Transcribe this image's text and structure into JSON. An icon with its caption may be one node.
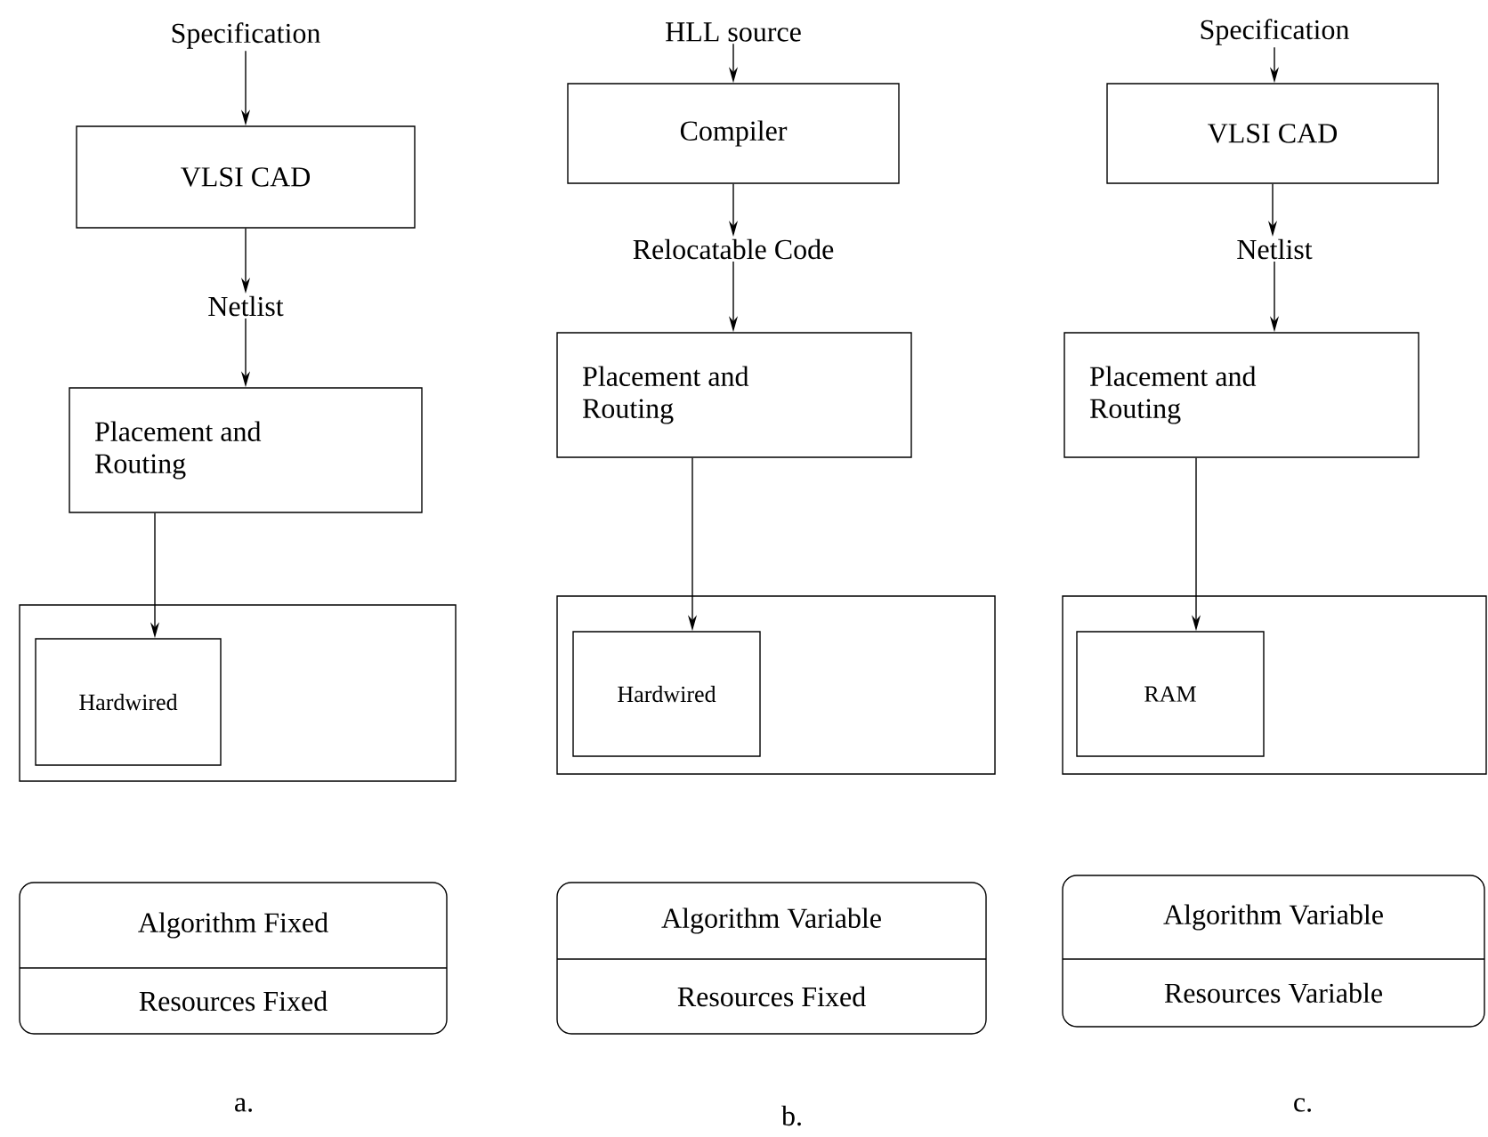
{
  "diagram": {
    "nodes": [
      {
        "text": [
          "Specification"
        ]
      },
      {
        "text": [
          "VLSI CAD"
        ]
      },
      {
        "text": [
          "Netlist"
        ]
      },
      {
        "text": [
          "Placement and Routing"
        ]
      },
      {
        "text": [],
        "shape": "box"
      },
      {
        "text": [
          "Hardwired"
        ],
        "in": 4
      },
      {
        "text": [
          "Algorithm Fixed",
          "Resources Fixed"
        ]
      },
      {
        "text": [
          "HLL source"
        ]
      },
      {
        "text": [
          "Compiler"
        ]
      },
      {
        "text": [
          "Relocatable Code"
        ]
      },
      {
        "text": [
          "Placement and Routing"
        ]
      },
      {
        "text": [],
        "shape": "box"
      },
      {
        "text": [
          "Hardwired"
        ],
        "in": 11
      },
      {
        "text": [
          "Algorithm Variable",
          "Resources Fixed"
        ]
      },
      {
        "text": [
          "Specification"
        ]
      },
      {
        "text": [
          "VLSI CAD"
        ]
      },
      {
        "text": [
          "Netlist"
        ]
      },
      {
        "text": [
          "Placement and Routing"
        ]
      },
      {
        "text": [],
        "shape": "box"
      },
      {
        "text": [
          "RAM"
        ],
        "in": 18
      },
      {
        "text": [
          "Algorithm Variable",
          "Resources Variable"
        ]
      }
    ],
    "edges": [
      {
        "from": 0,
        "to": 1,
        "arrow": "to"
      },
      {
        "from": 1,
        "to": 2,
        "arrow": "to"
      },
      {
        "from": 2,
        "to": 3,
        "arrow": "to"
      },
      {
        "from": 3,
        "to": 5,
        "arrow": "to"
      },
      {
        "from": 7,
        "to": 8,
        "arrow": "to"
      },
      {
        "from": 8,
        "to": 9,
        "arrow": "to"
      },
      {
        "from": 9,
        "to": 10,
        "arrow": "to"
      },
      {
        "from": 10,
        "to": 12,
        "arrow": "to"
      },
      {
        "from": 14,
        "to": 15,
        "arrow": "to"
      },
      {
        "from": 15,
        "to": 16,
        "arrow": "to"
      },
      {
        "from": 16,
        "to": 17,
        "arrow": "to"
      },
      {
        "from": 17,
        "to": 19,
        "arrow": "to"
      }
    ],
    "labels": [
      "a.",
      "b.",
      "c."
    ]
  }
}
